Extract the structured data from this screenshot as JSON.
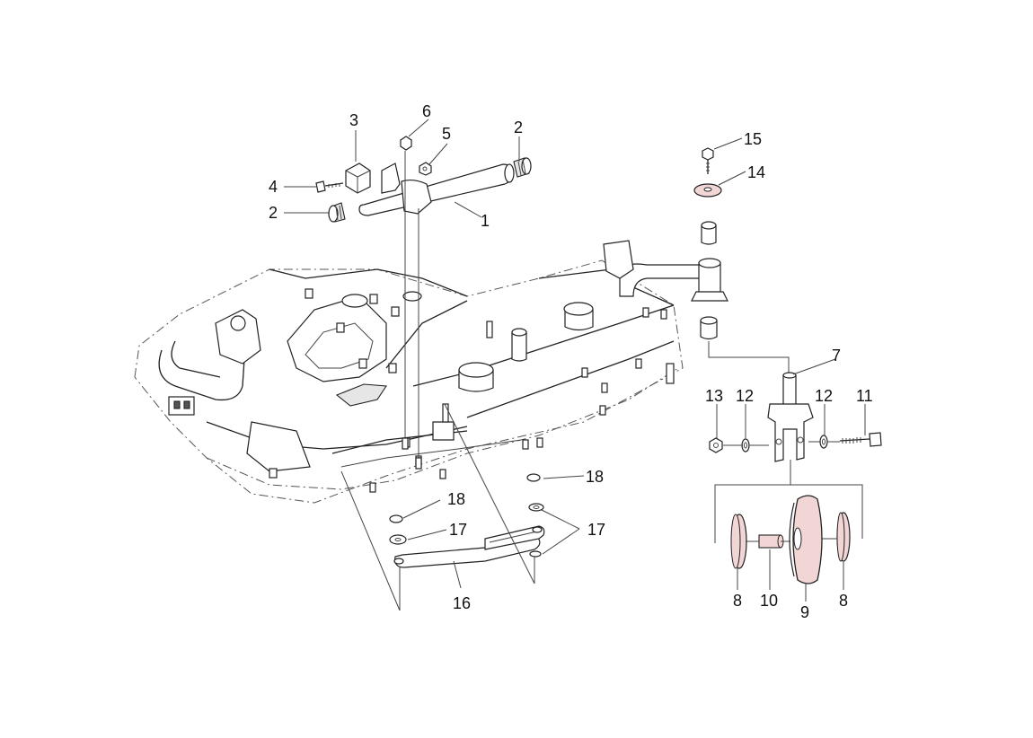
{
  "diagram": {
    "callouts": {
      "c1": "1",
      "c2a": "2",
      "c2b": "2",
      "c3": "3",
      "c4": "4",
      "c5": "5",
      "c6": "6",
      "c7": "7",
      "c8a": "8",
      "c8b": "8",
      "c9": "9",
      "c10": "10",
      "c11": "11",
      "c12a": "12",
      "c12b": "12",
      "c13": "13",
      "c14": "14",
      "c15": "15",
      "c16": "16",
      "c17a": "17",
      "c17b": "17",
      "c18a": "18",
      "c18b": "18"
    },
    "colors": {
      "ink": "#222222",
      "highlight": "#f2d6d6",
      "highlight_stroke": "#9a5a5a"
    },
    "icons": [
      "bolt-icon",
      "nut-icon",
      "washer-icon",
      "bushing-icon",
      "wheel-icon",
      "bracket-icon"
    ]
  }
}
